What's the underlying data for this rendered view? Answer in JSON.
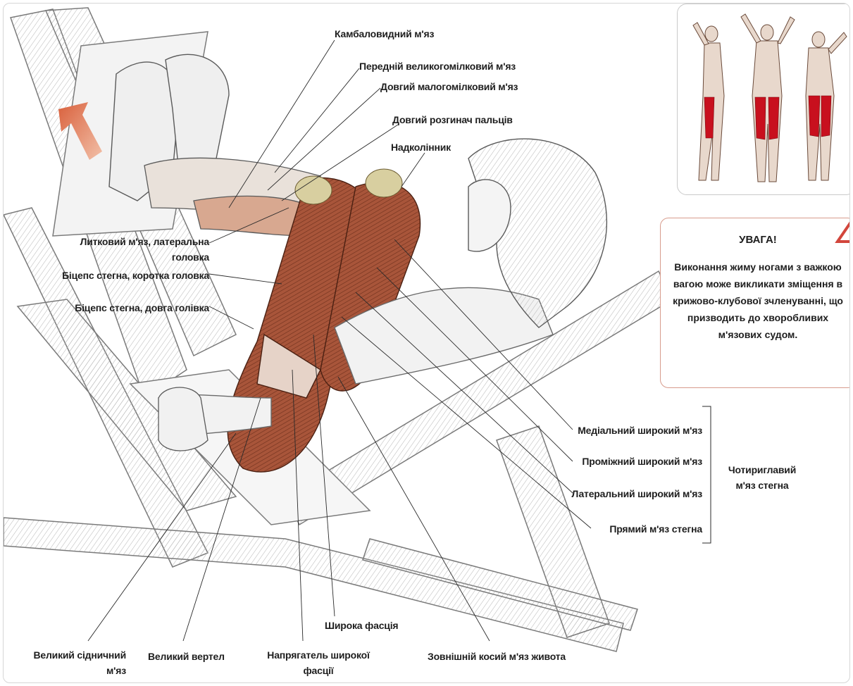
{
  "labels": {
    "soleus": "Камбаловидний м'яз",
    "tibialis_anterior": "Передній великогомілковий м'яз",
    "peroneus_longus": "Довгий малогомілковий м'яз",
    "extensor_digitorum": "Довгий розгинач пальців",
    "patella": "Надколінник",
    "gastrocnemius_lateral": "Литковий м'яз, латеральна головка",
    "biceps_short": "Біцепс стегна, коротка головка",
    "biceps_long": "Біцепс стегна, довга голівка",
    "vastus_medialis": "Медіальний широкий м'яз",
    "vastus_intermedius": "Проміжний широкий м'яз",
    "vastus_lateralis": "Латеральний широкий м'яз",
    "rectus_femoris": "Прямий м'яз стегна",
    "quadriceps": "Чотириглавий м'яз стегна",
    "fascia_lata": "Широка фасція",
    "gluteus_maximus": "Великий сідничний м'яз",
    "greater_trochanter": "Великий вертел",
    "tensor_fasciae_latae": "Напрягатель широкої фасції",
    "external_oblique": "Зовнішній косий м'яз живота"
  },
  "warning": {
    "title": "УВАГА!",
    "text": "Виконання жиму ногами з важкою вагою може викликати зміщення в крижово-клубової зчленуванні, що призводить до хворобливих м'язових судом."
  },
  "colors": {
    "muscle": "#a8553a",
    "muscle_dark": "#7a3a26",
    "highlight": "#c8101e",
    "leader_line": "#2a2a2a",
    "sketch": "#8a8a8a",
    "arrow": "#d9603c",
    "warning_border": "#d79b8c"
  }
}
